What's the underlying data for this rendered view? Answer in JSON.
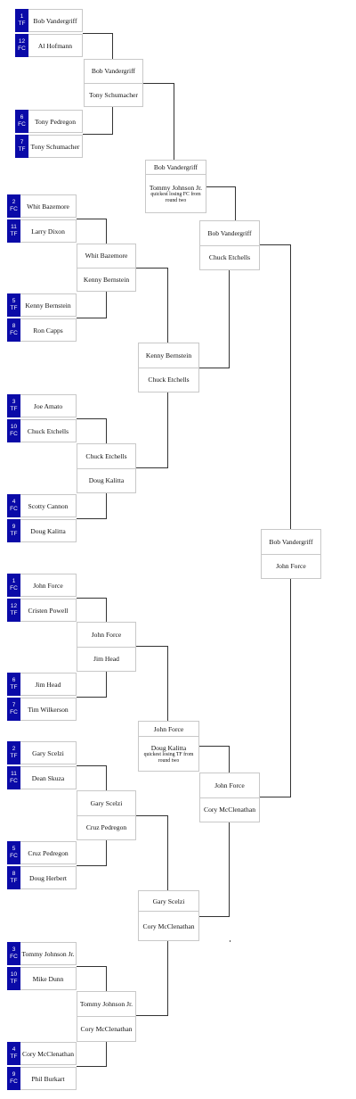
{
  "round1": [
    {
      "s1": [
        "1",
        "TF"
      ],
      "p1": "Bob Vandergriff",
      "s2": [
        "12",
        "FC"
      ],
      "p2": "Al Hofmann"
    },
    {
      "s1": [
        "6",
        "FC"
      ],
      "p1": "Tony Pedregon",
      "s2": [
        "7",
        "TF"
      ],
      "p2": "Tony Schumacher"
    },
    {
      "s1": [
        "2",
        "FC"
      ],
      "p1": "Whit Bazemore",
      "s2": [
        "11",
        "TF"
      ],
      "p2": "Larry Dixon"
    },
    {
      "s1": [
        "5",
        "TF"
      ],
      "p1": "Kenny Bernstein",
      "s2": [
        "8",
        "FC"
      ],
      "p2": "Ron Capps"
    },
    {
      "s1": [
        "3",
        "TF"
      ],
      "p1": "Joe Amato",
      "s2": [
        "10",
        "FC"
      ],
      "p2": "Chuck Etchells"
    },
    {
      "s1": [
        "4",
        "FC"
      ],
      "p1": "Scotty Cannon",
      "s2": [
        "9",
        "TF"
      ],
      "p2": "Doug Kalitta"
    },
    {
      "s1": [
        "1",
        "FC"
      ],
      "p1": "John Force",
      "s2": [
        "12",
        "TF"
      ],
      "p2": "Cristen Powell"
    },
    {
      "s1": [
        "6",
        "TF"
      ],
      "p1": "Jim Head",
      "s2": [
        "7",
        "FC"
      ],
      "p2": "Tim Wilkerson"
    },
    {
      "s1": [
        "2",
        "TF"
      ],
      "p1": "Gary Scelzi",
      "s2": [
        "11",
        "FC"
      ],
      "p2": "Dean Skuza"
    },
    {
      "s1": [
        "5",
        "FC"
      ],
      "p1": "Cruz Pedregon",
      "s2": [
        "8",
        "TF"
      ],
      "p2": "Doug Herbert"
    },
    {
      "s1": [
        "3",
        "FC"
      ],
      "p1": "Tommy Johnson Jr.",
      "s2": [
        "10",
        "TF"
      ],
      "p2": "Mike Dunn"
    },
    {
      "s1": [
        "4",
        "TF"
      ],
      "p1": "Cory McClenathan",
      "s2": [
        "9",
        "FC"
      ],
      "p2": "Phil Burkart"
    }
  ],
  "round2": [
    {
      "p1": "Bob Vandergriff",
      "p2": "Tony Schumacher"
    },
    {
      "p1": "Whit Bazemore",
      "p2": "Kenny Bernstein"
    },
    {
      "p1": "Chuck Etchells",
      "p2": "Doug Kalitta"
    },
    {
      "p1": "John Force",
      "p2": "Jim Head"
    },
    {
      "p1": "Gary Scelzi",
      "p2": "Cruz Pedregon"
    },
    {
      "p1": "Tommy Johnson Jr.",
      "p2": "Cory McClenathan"
    }
  ],
  "round3": [
    {
      "p1": "Bob Vandergriff",
      "p2": "Tommy Johnson Jr.",
      "note": "quickest losing FC from round two"
    },
    {
      "p1": "Kenny Bernstein",
      "p2": "Chuck Etchells"
    },
    {
      "p1": "John Force",
      "p2": "Doug Kalitta",
      "note": "quickest losing TF from round two"
    },
    {
      "p1": "Gary Scelzi",
      "p2": "Cory McClenathan"
    }
  ],
  "semifinals": [
    {
      "p1": "Bob Vandergriff",
      "p2": "Chuck Etchells"
    },
    {
      "p1": "John Force",
      "p2": "Cory McClenathan"
    }
  ],
  "final": {
    "p1": "Bob Vandergriff",
    "p2": "John Force"
  },
  "colors": {
    "seed_bg": "#0a0aa8",
    "line": "#333333",
    "border": "#c8c8c8"
  }
}
